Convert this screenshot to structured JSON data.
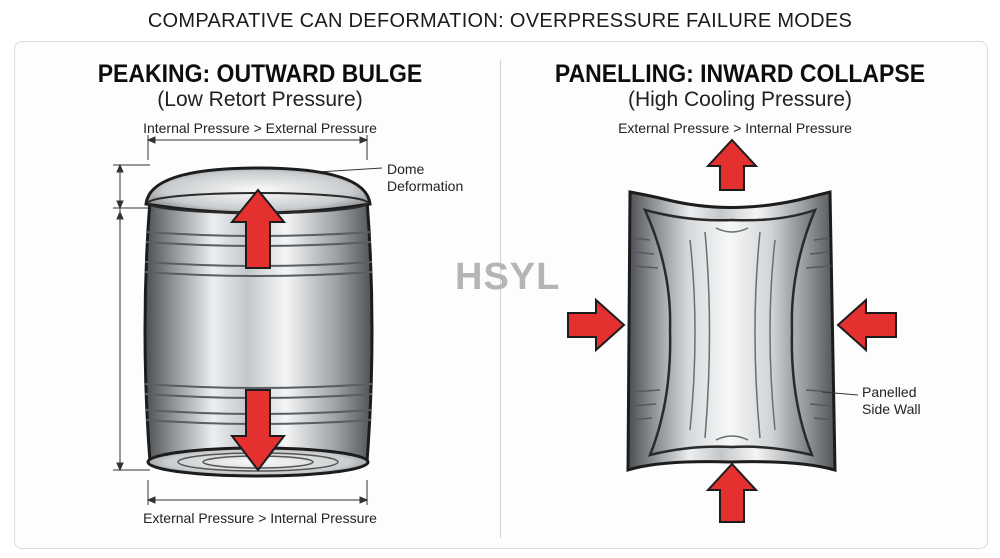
{
  "title": "COMPARATIVE CAN DEFORMATION: OVERPRESSURE FAILURE MODES",
  "left": {
    "heading": "PEAKING: OUTWARD BULGE",
    "subheading": "(Low Retort Pressure)",
    "top_label": "Internal Pressure > External Pressure",
    "bottom_label": "External Pressure > Internal Pressure",
    "callout_line1": "Dome",
    "callout_line2": "Deformation"
  },
  "right": {
    "heading": "PANELLING: INWARD COLLAPSE",
    "subheading": "(High Cooling Pressure)",
    "top_label": "External Pressure > Internal Pressure",
    "callout_line1": "Panelled",
    "callout_line2": "Side Wall"
  },
  "watermark": "HSYL",
  "colors": {
    "arrow": "#e53030",
    "metal_light": "#f2f3f4",
    "metal_mid": "#a8acb0",
    "metal_dark": "#4a4d50"
  }
}
